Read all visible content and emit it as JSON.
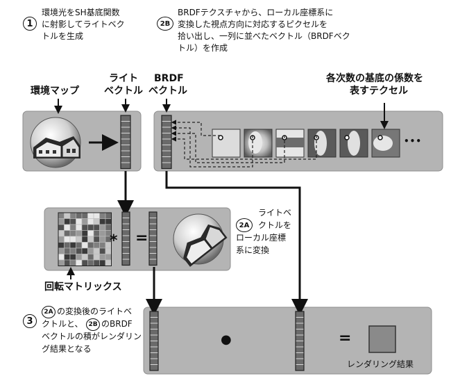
{
  "steps": {
    "step1": {
      "number": "1",
      "lines": [
        "環境光をSH基底関数",
        "に射影してライトベク",
        "トルを生成"
      ]
    },
    "step2b": {
      "number": "2B",
      "lines": [
        "BRDFテクスチャから、ローカル座標系に",
        "変換した視点方向に対応するピクセルを",
        "拾い出し、一列に並べたベクトル（BRDFベク",
        "トル）を作成"
      ]
    },
    "step2a": {
      "number": "2A",
      "lines": [
        "ライトベ",
        "クトルを",
        "ローカル座標",
        "系に変換"
      ]
    },
    "step3": {
      "number": "3",
      "ref_a": "2A",
      "ref_b": "2B",
      "line1": "の変換後のライトベ",
      "line2_a": "クトルと、",
      "line2_b": "のBRDF",
      "line3": "ベクトルの積がレンダリン",
      "line4": "グ結果となる"
    }
  },
  "labels": {
    "env_map": "環境マップ",
    "light_vector_1": "ライト",
    "light_vector_2": "ベクトル",
    "brdf_vector_1": "BRDF",
    "brdf_vector_2": "ベクトル",
    "coeff_texels_1": "各次数の基底の係数を",
    "coeff_texels_2": "表すテクセル",
    "rotation_matrix": "回転マトリックス",
    "render_result": "レンダリング結果"
  },
  "symbols": {
    "multiply": "*",
    "equals": "=",
    "dot": "●",
    "ellipsis": "•••"
  },
  "colors": {
    "panel": "#b4b4b4",
    "panel_border": "#8e8e8e",
    "vector_fill": "#6a6a6a",
    "result_square": "#8a8a8a"
  }
}
